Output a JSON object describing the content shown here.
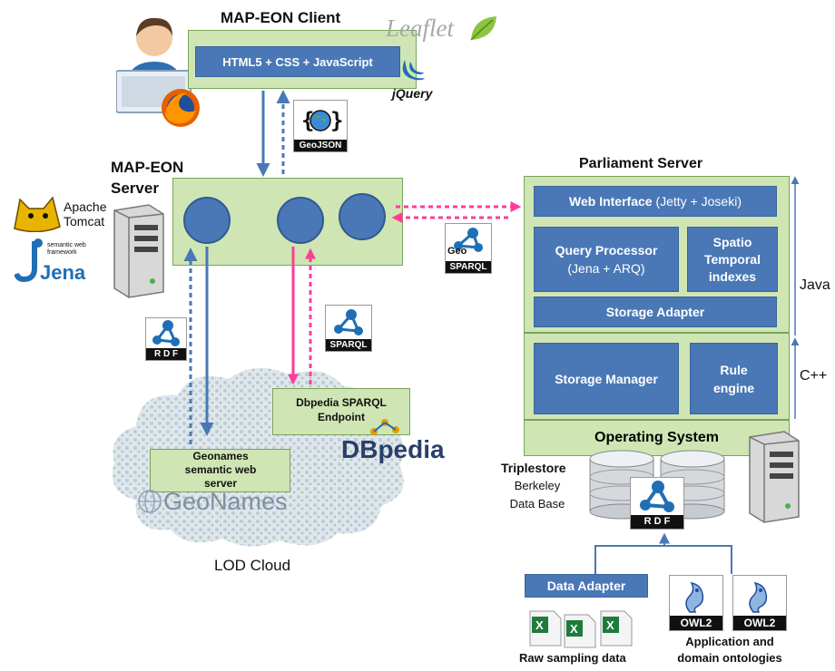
{
  "client": {
    "title": "MAP-EON Client",
    "stack_label": "HTML5 + CSS + JavaScript",
    "leaflet_logo": "Leaflet",
    "jquery_logo": "jQuery"
  },
  "server": {
    "title": "MAP-EON",
    "title_line2": "Server",
    "tomcat_logo_line1": "Apache",
    "tomcat_logo_line2": "Tomcat",
    "jena_logo": "Jena",
    "jena_tagline": "semantic web framework"
  },
  "badges": {
    "geojson": "GeoJSON",
    "geo_sparql_line1": "Geo",
    "geo_sparql_line2": "SPARQL",
    "sparql": "SPARQL",
    "rdf": "R D F",
    "rdf_store": "R D F",
    "owl2_a": "OWL2",
    "owl2_b": "OWL2"
  },
  "parliament": {
    "title": "Parliament Server",
    "web_interface": "Web Interface",
    "web_interface_detail": "(Jetty + Joseki)",
    "query_processor": "Query Processor",
    "query_processor_detail": "(Jena + ARQ)",
    "spatio_temporal": "Spatio Temporal indexes",
    "storage_adapter": "Storage Adapter",
    "storage_manager": "Storage Manager",
    "rule_engine": "Rule engine",
    "operating_system": "Operating System",
    "java_label": "Java",
    "cpp_label": "C++"
  },
  "lod": {
    "dbpedia_endpoint": "Dbpedia SPARQL Endpoint",
    "dbpedia_logo": "DBpedia",
    "geonames_server": "Geonames semantic web server",
    "geonames_logo": "GeoNames",
    "cloud_label": "LOD Cloud"
  },
  "triplestore": {
    "title": "Triplestore",
    "subtitle_line1": "Berkeley",
    "subtitle_line2": "Data Base"
  },
  "data_adapter": {
    "label": "Data Adapter",
    "raw_data": "Raw sampling data",
    "ontologies_line1": "Application and",
    "ontologies_line2": "domain ontologies"
  },
  "colors": {
    "box_blue": "#4a78b6",
    "box_green": "#cfe6b4",
    "arrow_pink": "#ff3c96",
    "arrow_blue": "#4a78b6"
  }
}
